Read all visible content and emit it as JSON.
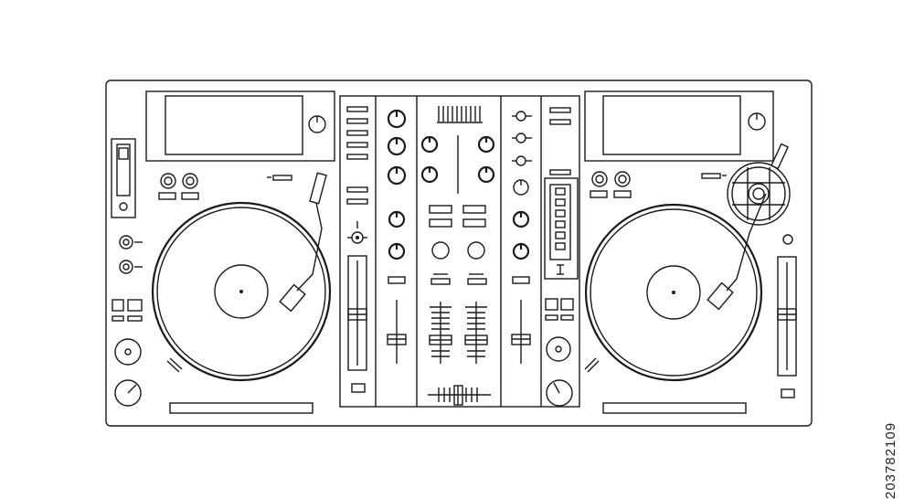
{
  "image": {
    "subject": "dj-controller-line-art",
    "stock_id_text": "203782109"
  },
  "controller": {
    "decks": [
      {
        "side": "left",
        "label": "deck-a"
      },
      {
        "side": "right",
        "label": "deck-b"
      }
    ],
    "mixer": {
      "channels": 2,
      "has_crossfader": true
    }
  },
  "colors": {
    "line": "#1a1a1a",
    "background": "#ffffff"
  }
}
